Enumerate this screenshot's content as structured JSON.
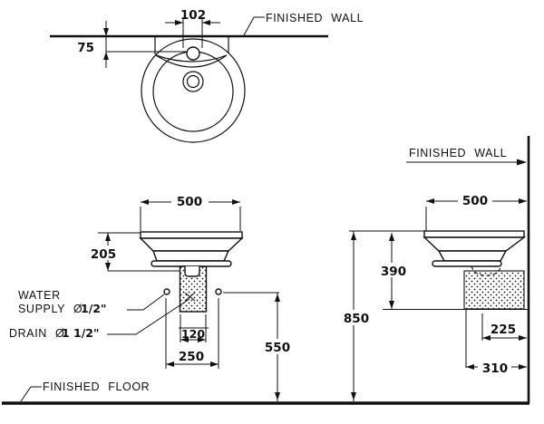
{
  "drawing": {
    "colors": {
      "line": "#111111",
      "background": "#ffffff"
    },
    "top_view": {
      "finished_wall_label": "FINISHED WALL",
      "dim_faucet_hole": "102",
      "dim_wall_to_hole": "75"
    },
    "front_view": {
      "dim_width": "500",
      "dim_basin_height": "205",
      "dim_drain_width": "120",
      "dim_supply_spacing": "250",
      "dim_supply_height": "550",
      "water_supply_label_line1": "WATER",
      "water_supply_label_line2": "SUPPLY Ø",
      "water_supply_size": "1/2\"",
      "drain_label": "DRAIN Ø",
      "drain_size": "1 1/2\"",
      "finished_floor_label": "FINISHED FLOOR"
    },
    "side_view": {
      "finished_wall_label": "FINISHED WALL",
      "dim_depth": "500",
      "dim_rim_to_drain": "390",
      "dim_rim_height": "850",
      "dim_drain_offset": "225",
      "dim_front_offset": "310"
    }
  }
}
